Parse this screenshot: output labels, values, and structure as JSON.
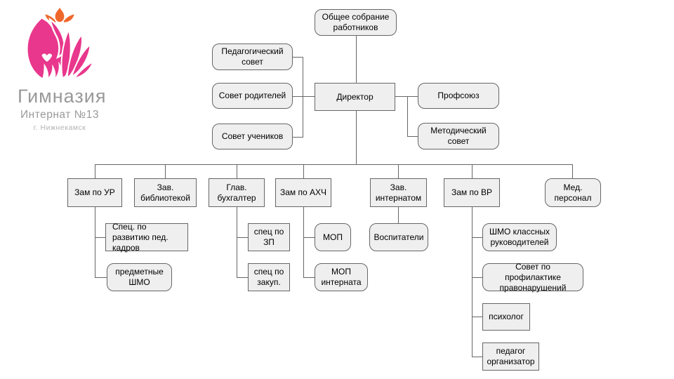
{
  "logo": {
    "title": "Гимназия",
    "subtitle": "Интернат №13",
    "city": "г. Нижнекамск",
    "colors": {
      "pink": "#E8378C",
      "orange": "#F0672B",
      "text_gray": "#999999"
    }
  },
  "org_chart": {
    "colors": {
      "node_fill": "#EFEFEF",
      "node_border": "#666666",
      "line": "#666666"
    },
    "nodes": {
      "general_meeting": {
        "label": "Общее собрание работников"
      },
      "ped_council": {
        "label": "Педагогический совет"
      },
      "parents_council": {
        "label": "Совет родителей"
      },
      "students_council": {
        "label": "Совет учеников"
      },
      "director": {
        "label": "Директор"
      },
      "trade_union": {
        "label": "Профсоюз"
      },
      "method_council": {
        "label": "Методический совет"
      },
      "deputy_ur": {
        "label": "Зам по УР"
      },
      "librarian": {
        "label": "Зав. библиотекой"
      },
      "chief_accountant": {
        "label": "Глав. бухгалтер"
      },
      "deputy_ahch": {
        "label": "Зам по АХЧ"
      },
      "dorm_head": {
        "label": "Зав. интернатом"
      },
      "deputy_vr": {
        "label": "Зам по ВР"
      },
      "med_staff": {
        "label": "Мед. персонал"
      },
      "ped_dev_spec": {
        "label": "Спец. по развитию пед. кадров"
      },
      "subject_shmo": {
        "label": "предметные ШМО"
      },
      "salary_spec": {
        "label": "спец по ЗП"
      },
      "procurement_spec": {
        "label": "спец по закуп."
      },
      "mop": {
        "label": "МОП"
      },
      "mop_internat": {
        "label": "МОП интерната"
      },
      "educators": {
        "label": "Воспитатели"
      },
      "shmo_class_leads": {
        "label": "ШМО классных руководителей"
      },
      "prevention_council": {
        "label": "Совет по профилактике правонарушений"
      },
      "psychologist": {
        "label": "психолог"
      },
      "ped_organizer": {
        "label": "педагог организатор"
      }
    },
    "hierarchy": {
      "general_meeting": [
        "director"
      ],
      "director_collegial_left": [
        "ped_council",
        "parents_council",
        "students_council"
      ],
      "director_collegial_right": [
        "trade_union",
        "method_council"
      ],
      "director": [
        "deputy_ur",
        "librarian",
        "chief_accountant",
        "deputy_ahch",
        "dorm_head",
        "deputy_vr",
        "med_staff"
      ],
      "deputy_ur": [
        "ped_dev_spec",
        "subject_shmo"
      ],
      "chief_accountant": [
        "salary_spec",
        "procurement_spec"
      ],
      "deputy_ahch": [
        "mop",
        "mop_internat"
      ],
      "dorm_head": [
        "educators"
      ],
      "deputy_vr": [
        "shmo_class_leads",
        "prevention_council",
        "psychologist",
        "ped_organizer"
      ]
    }
  }
}
